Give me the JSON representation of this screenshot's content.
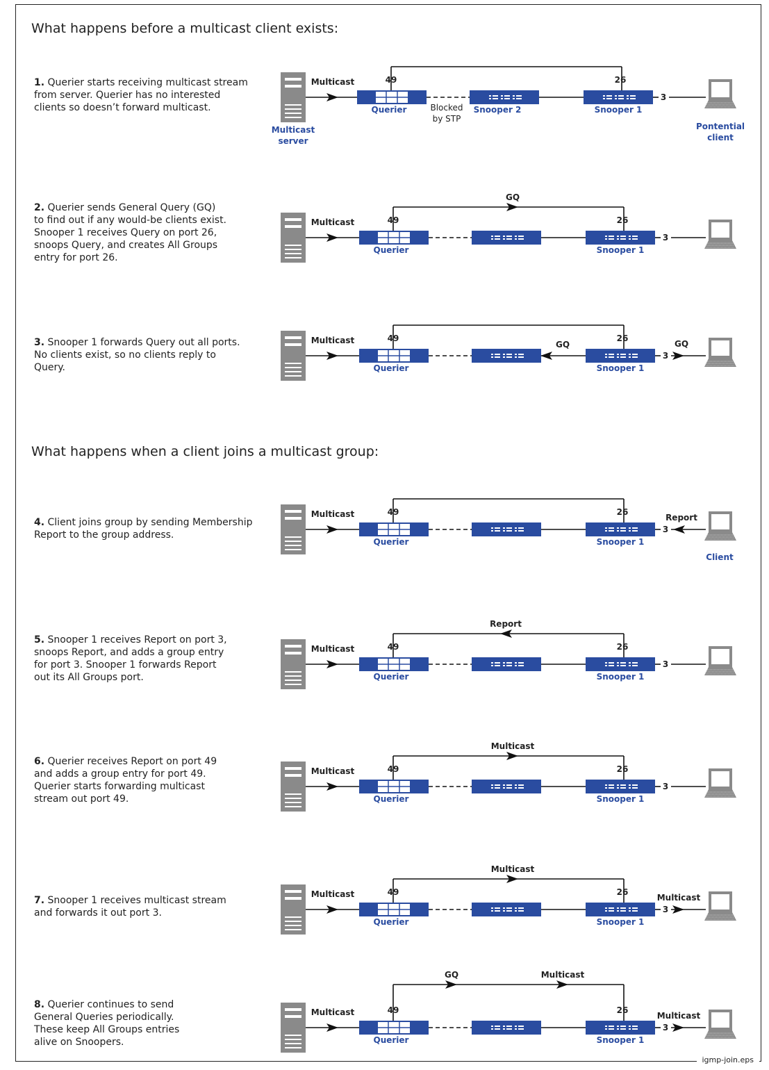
{
  "file_label": "igmp-join.eps",
  "sections": [
    {
      "heading": "What happens before a multicast client exists:"
    },
    {
      "heading": "What happens when a client joins a multicast group:"
    }
  ],
  "labels": {
    "multicast": "Multicast",
    "port_querier": "49",
    "port_snooper_up": "26",
    "port_snooper_client": "3",
    "querier": "Querier",
    "snooper1": "Snooper 1",
    "snooper2": "Snooper 2",
    "blocked_line1": "Blocked",
    "blocked_line2": "by STP",
    "server_line1": "Multicast",
    "server_line2": "server",
    "potential_line1": "Pontential",
    "potential_line2": "client",
    "client": "Client",
    "gq": "GQ",
    "report": "Report"
  },
  "steps": [
    {
      "num": "1.",
      "lines": [
        "Querier starts receiving multicast stream",
        "from server. Querier has no interested",
        "clients so doesn’t forward multicast."
      ]
    },
    {
      "num": "2.",
      "lines": [
        "Querier sends General Query (GQ)",
        "to find out if any would-be clients exist.",
        "Snooper 1 receives Query on port 26,",
        "snoops Query, and creates All Groups",
        "entry for port 26."
      ]
    },
    {
      "num": "3.",
      "lines": [
        "Snooper 1 forwards Query out all ports.",
        "No clients exist, so no clients reply to",
        "Query."
      ]
    },
    {
      "num": "4.",
      "lines": [
        "Client joins group by sending Membership",
        "Report to the group address."
      ]
    },
    {
      "num": "5.",
      "lines": [
        "Snooper 1 receives Report on port 3,",
        "snoops Report, and adds a group entry",
        "for port 3. Snooper 1 forwards Report",
        "out its All Groups port."
      ]
    },
    {
      "num": "6.",
      "lines": [
        "Querier receives Report on port 49",
        "and adds a group entry for port 49.",
        "Querier starts forwarding multicast",
        "stream out port 49."
      ]
    },
    {
      "num": "7.",
      "lines": [
        "Snooper 1 receives multicast stream",
        "and forwards it out port 3."
      ]
    },
    {
      "num": "8.",
      "lines": [
        "Querier continues to send",
        "General Queries periodically.",
        "These keep All Groups entries",
        "alive on Snoopers."
      ]
    }
  ],
  "colors": {
    "switch": "#2a4ca0",
    "label_blue": "#2a4ca0",
    "device_gray": "#8a8a8a",
    "line": "#111111"
  }
}
